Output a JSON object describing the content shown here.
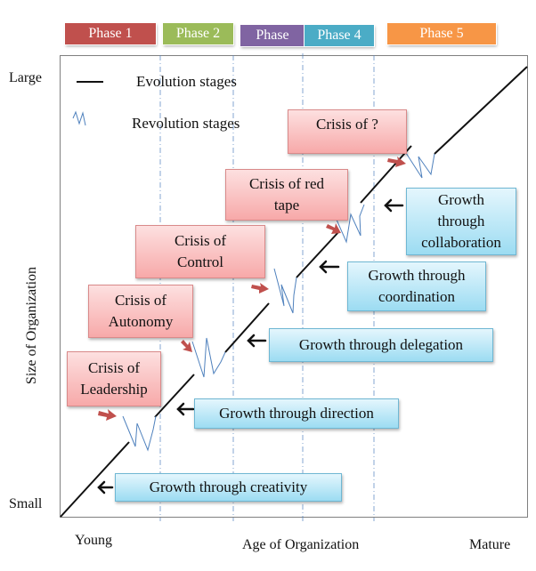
{
  "phases": [
    {
      "label": "Phase 1",
      "color": "#c0504d"
    },
    {
      "label": "Phase 2",
      "color": "#9bbb59"
    },
    {
      "label": "Phase",
      "color": "#8064a2"
    },
    {
      "label": "Phase 4",
      "color": "#4bacc6"
    },
    {
      "label": "Phase 5",
      "color": "#f79646"
    }
  ],
  "legend": {
    "evolution": "Evolution stages",
    "revolution": "Revolution stages"
  },
  "axes": {
    "y_label": "Size of Organization",
    "y_top": "Large",
    "y_bottom": "Small",
    "x_label": "Age of Organization",
    "x_left": "Young",
    "x_right": "Mature"
  },
  "crises": [
    {
      "line1": "Crisis of",
      "line2": "Leadership"
    },
    {
      "line1": "Crisis of",
      "line2": "Autonomy"
    },
    {
      "line1": "Crisis of",
      "line2": "Control"
    },
    {
      "line1": "Crisis of red",
      "line2": "tape"
    },
    {
      "line1": "Crisis of ?",
      "line2": ""
    }
  ],
  "growths": [
    {
      "line1": "Growth through creativity",
      "line2": ""
    },
    {
      "line1": "Growth through direction",
      "line2": ""
    },
    {
      "line1": "Growth through delegation",
      "line2": ""
    },
    {
      "line1": "Growth through",
      "line2": "coordination"
    },
    {
      "line1": "Growth",
      "line2": "through",
      "line3": "collaboration"
    }
  ],
  "colors": {
    "crisis_arrow": "#c0504d",
    "revolution_zigzag": "#4f81bd",
    "divider": "#4f81bd"
  }
}
